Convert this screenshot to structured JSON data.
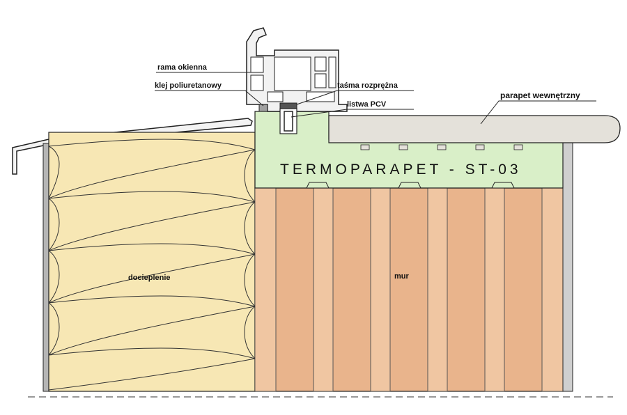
{
  "labels": {
    "window_frame": "rama okienna",
    "pu_adhesive": "klej poliuretanowy",
    "expanding_tape": "taśma rozprężna",
    "pvc_strip": "listwa PCV",
    "inner_sill": "parapet wewnętrzny",
    "product": "TERMOPARAPET - ST-03",
    "insulation": "docieplenie",
    "wall": "mur"
  },
  "colors": {
    "insulation_fill": "#f7e7b4",
    "termoparapet_fill": "#d9efc8",
    "wall_brick": "#e9b48c",
    "wall_brick_light": "#f0c6a2",
    "sill_fill": "#e4e1da",
    "frame_fill": "#f2f2f2",
    "gray_strip": "#b5b5b5",
    "line": "#222222"
  }
}
